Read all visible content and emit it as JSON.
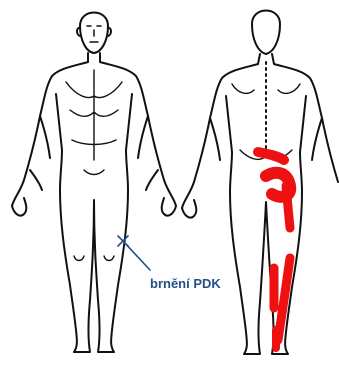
{
  "annotation": {
    "text": "brnění PDK"
  },
  "colors": {
    "ink": "#111111",
    "pain": "#ee1111",
    "annotation": "#24508a"
  },
  "figures": [
    "front-view",
    "back-view"
  ]
}
